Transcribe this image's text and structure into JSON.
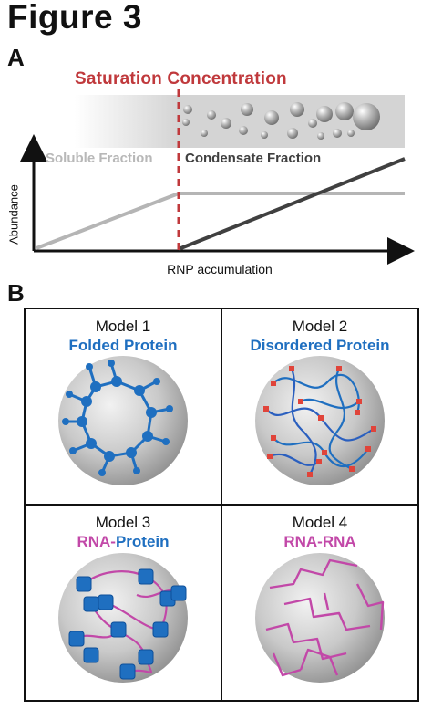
{
  "figure": {
    "title": "Figure 3"
  },
  "panel_a": {
    "letter": "A",
    "saturation_label": "Saturation Concentration",
    "soluble_label": "Soluble Fraction",
    "condensate_label": "Condensate Fraction",
    "y_axis_label": "Abundance",
    "x_axis_label": "RNP accumulation",
    "colors": {
      "saturation": "#c0393c",
      "soluble": "#b5b5b5",
      "condensate": "#404040"
    }
  },
  "panel_b": {
    "letter": "B",
    "models": [
      {
        "title": "Model 1",
        "parts": [
          {
            "text": "Folded Protein",
            "color": "#1f6fc0"
          }
        ]
      },
      {
        "title": "Model 2",
        "parts": [
          {
            "text": "Disordered Protein",
            "color": "#1f6fc0"
          }
        ]
      },
      {
        "title": "Model 3",
        "parts": [
          {
            "text": "RNA",
            "color": "#c248a8"
          },
          {
            "text": "-",
            "color": "#c248a8"
          },
          {
            "text": "Protein",
            "color": "#1f6fc0"
          }
        ]
      },
      {
        "title": "Model 4",
        "parts": [
          {
            "text": "RNA-RNA",
            "color": "#c248a8"
          }
        ]
      }
    ],
    "colors": {
      "protein": "#1f6fc0",
      "rna": "#c248a8",
      "sticker": "#e0443a"
    }
  }
}
